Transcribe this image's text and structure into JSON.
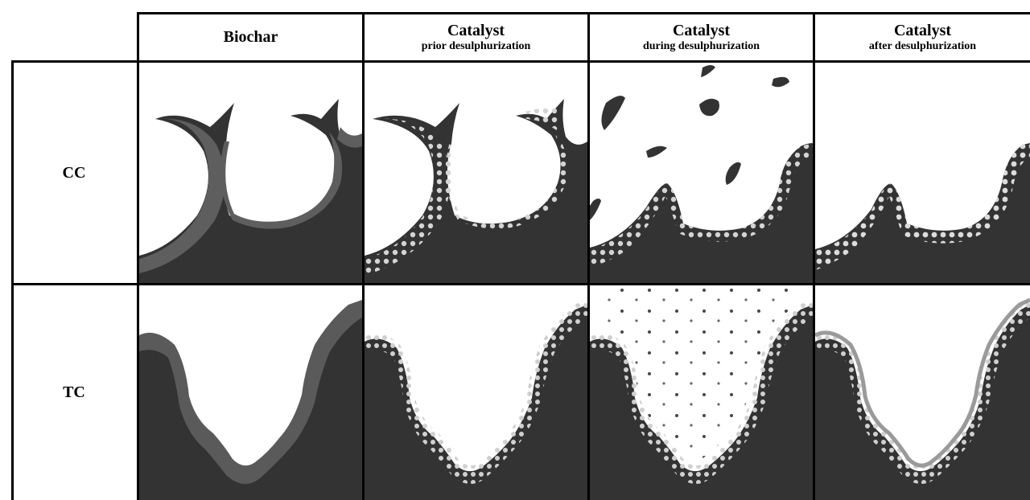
{
  "columns": [
    {
      "main": "Biochar",
      "sub": ""
    },
    {
      "main": "Catalyst",
      "sub": "prior desulphurization"
    },
    {
      "main": "Catalyst",
      "sub": "during desulphurization"
    },
    {
      "main": "Catalyst",
      "sub": "after desulphurization"
    }
  ],
  "rows": [
    {
      "label": "CC"
    },
    {
      "label": "TC"
    }
  ],
  "colors": {
    "char": "#333333",
    "char_shell": "#5e5e5e",
    "particle": "#cfcfcf",
    "line": "#000000"
  }
}
